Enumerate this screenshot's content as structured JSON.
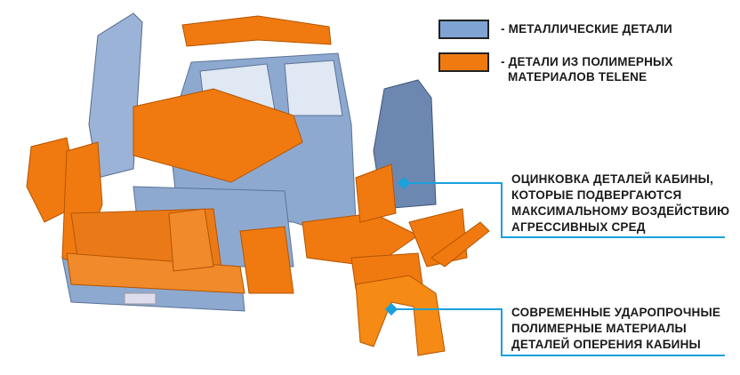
{
  "colors": {
    "metal": "#7fa3d3",
    "polymer": "#f07a10",
    "callout_line": "#1aa0dc"
  },
  "legend": [
    {
      "label": "- МЕТАЛЛИЧЕСКИЕ ДЕТАЛИ",
      "swatch": "metal"
    },
    {
      "label_lines": [
        "- ДЕТАЛИ ИЗ ПОЛИМЕРНЫХ",
        "МАТЕРИАЛОВ TELENE"
      ],
      "swatch": "polymer"
    }
  ],
  "callouts": [
    {
      "lines": [
        "ОЦИНКОВКА ДЕТАЛЕЙ КАБИНЫ,",
        "КОТОРЫЕ ПОДВЕРГАЮТСЯ",
        "МАКСИМАЛЬНОМУ ВОЗДЕЙСТВИЮ",
        "АГРЕССИВНЫХ СРЕД"
      ]
    },
    {
      "lines": [
        "СОВРЕМЕННЫЕ УДАРОПРОЧНЫЕ",
        "ПОЛИМЕРНЫЕ МАТЕРИАЛЫ",
        "ДЕТАЛЕЙ ОПЕРЕНИЯ КАБИНЫ"
      ]
    }
  ]
}
